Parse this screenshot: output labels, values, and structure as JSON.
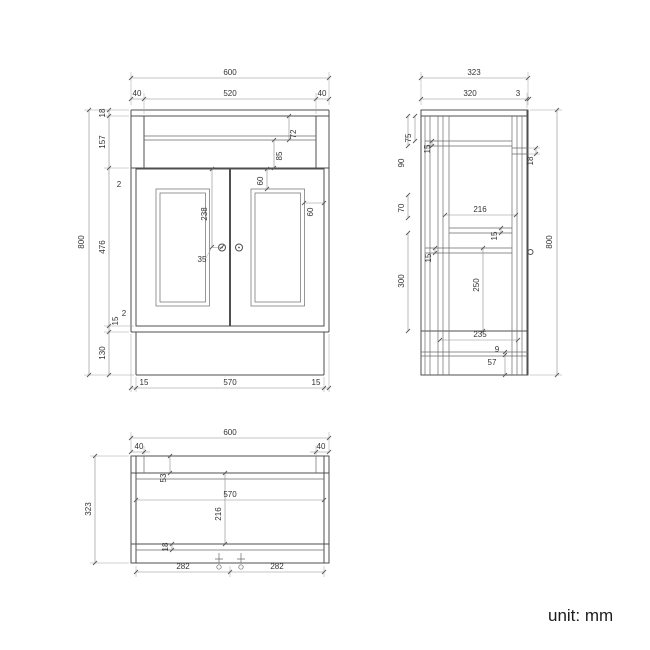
{
  "unit_label": "unit: mm",
  "front_view": {
    "dims": {
      "total_width": "600",
      "left_offset": "40",
      "inner_width": "520",
      "right_offset": "40",
      "total_height": "800",
      "top_thickness": "18",
      "apron_height": "157",
      "gap_top": "2",
      "door_height": "476",
      "gap_bottom": "2",
      "bottom_rail": "15",
      "plinth_height": "130",
      "apron_upper": "72",
      "apron_lower": "85",
      "door_top_rail": "60",
      "door_stile": "60",
      "knob_drop": "238",
      "knob_offset": "35",
      "plinth_inset_left": "15",
      "plinth_width": "570",
      "plinth_inset_right": "15"
    }
  },
  "side_view": {
    "dims": {
      "total_depth": "323",
      "body_depth": "320",
      "back_gap": "3",
      "total_height": "800",
      "top_right": "18",
      "top_75": "75",
      "top_15": "15",
      "top_90": "90",
      "mid_70": "70",
      "shelf_depth": "216",
      "shelf_gap": "15",
      "left_gap": "15",
      "lower_300": "300",
      "lower_250": "250",
      "bottom_235": "235",
      "bottom_9": "9",
      "bottom_57": "57"
    }
  },
  "bottom_view": {
    "dims": {
      "total_width": "600",
      "left_offset": "40",
      "right_offset": "40",
      "total_depth": "323",
      "back_53": "53",
      "inner_width": "570",
      "inner_depth": "216",
      "front_18": "18",
      "hinge_left": "282",
      "hinge_right": "282"
    }
  }
}
